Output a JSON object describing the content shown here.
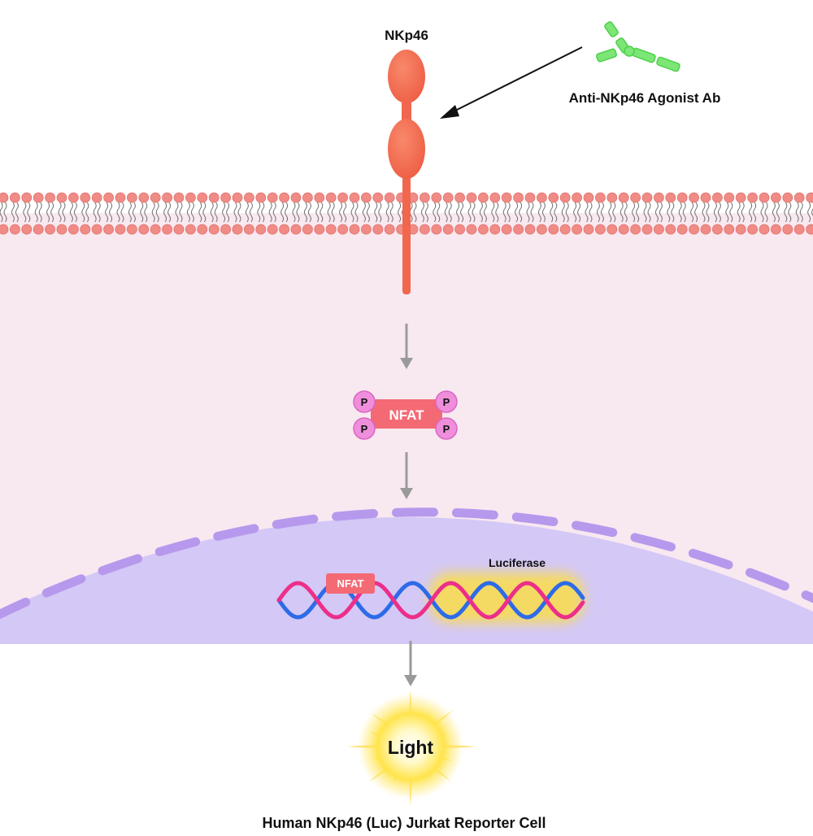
{
  "receptor": {
    "label": "NKp46"
  },
  "antibody": {
    "label": "Anti-NKp46 Agonist Ab"
  },
  "nfat_complex": {
    "label": "NFAT",
    "phospho_label": "P"
  },
  "dna": {
    "nfat_label": "NFAT",
    "luciferase_label": "Luciferase"
  },
  "output": {
    "label": "Light"
  },
  "caption": "Human NKp46 (Luc) Jurkat Reporter Cell",
  "colors": {
    "cytoplasm": "#f8e8f0",
    "nucleus": "#d4c8f6",
    "nuclear_envelope": "#b699ec",
    "lipid_head": "#f08b86",
    "receptor": "#f0674e",
    "antibody": "#7ce676",
    "nfat_box": "#f46a74",
    "phospho": "#ef8fdc",
    "dna_pink": "#ec2f8a",
    "dna_blue": "#2d6be8",
    "glow": "#ffe033",
    "arrow_gray": "#9a9a9a"
  }
}
